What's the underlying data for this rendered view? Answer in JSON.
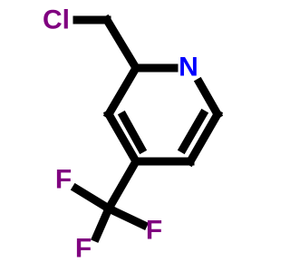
{
  "molecule": {
    "atoms": {
      "chlorine": {
        "label": "Cl",
        "color": "#800080"
      },
      "nitrogen": {
        "label": "N",
        "color": "#0000ff"
      },
      "fluorine_top": {
        "label": "F",
        "color": "#800080"
      },
      "fluorine_right": {
        "label": "F",
        "color": "#800080"
      },
      "fluorine_bottom": {
        "label": "F",
        "color": "#800080"
      }
    },
    "bond_color": "#000000"
  }
}
